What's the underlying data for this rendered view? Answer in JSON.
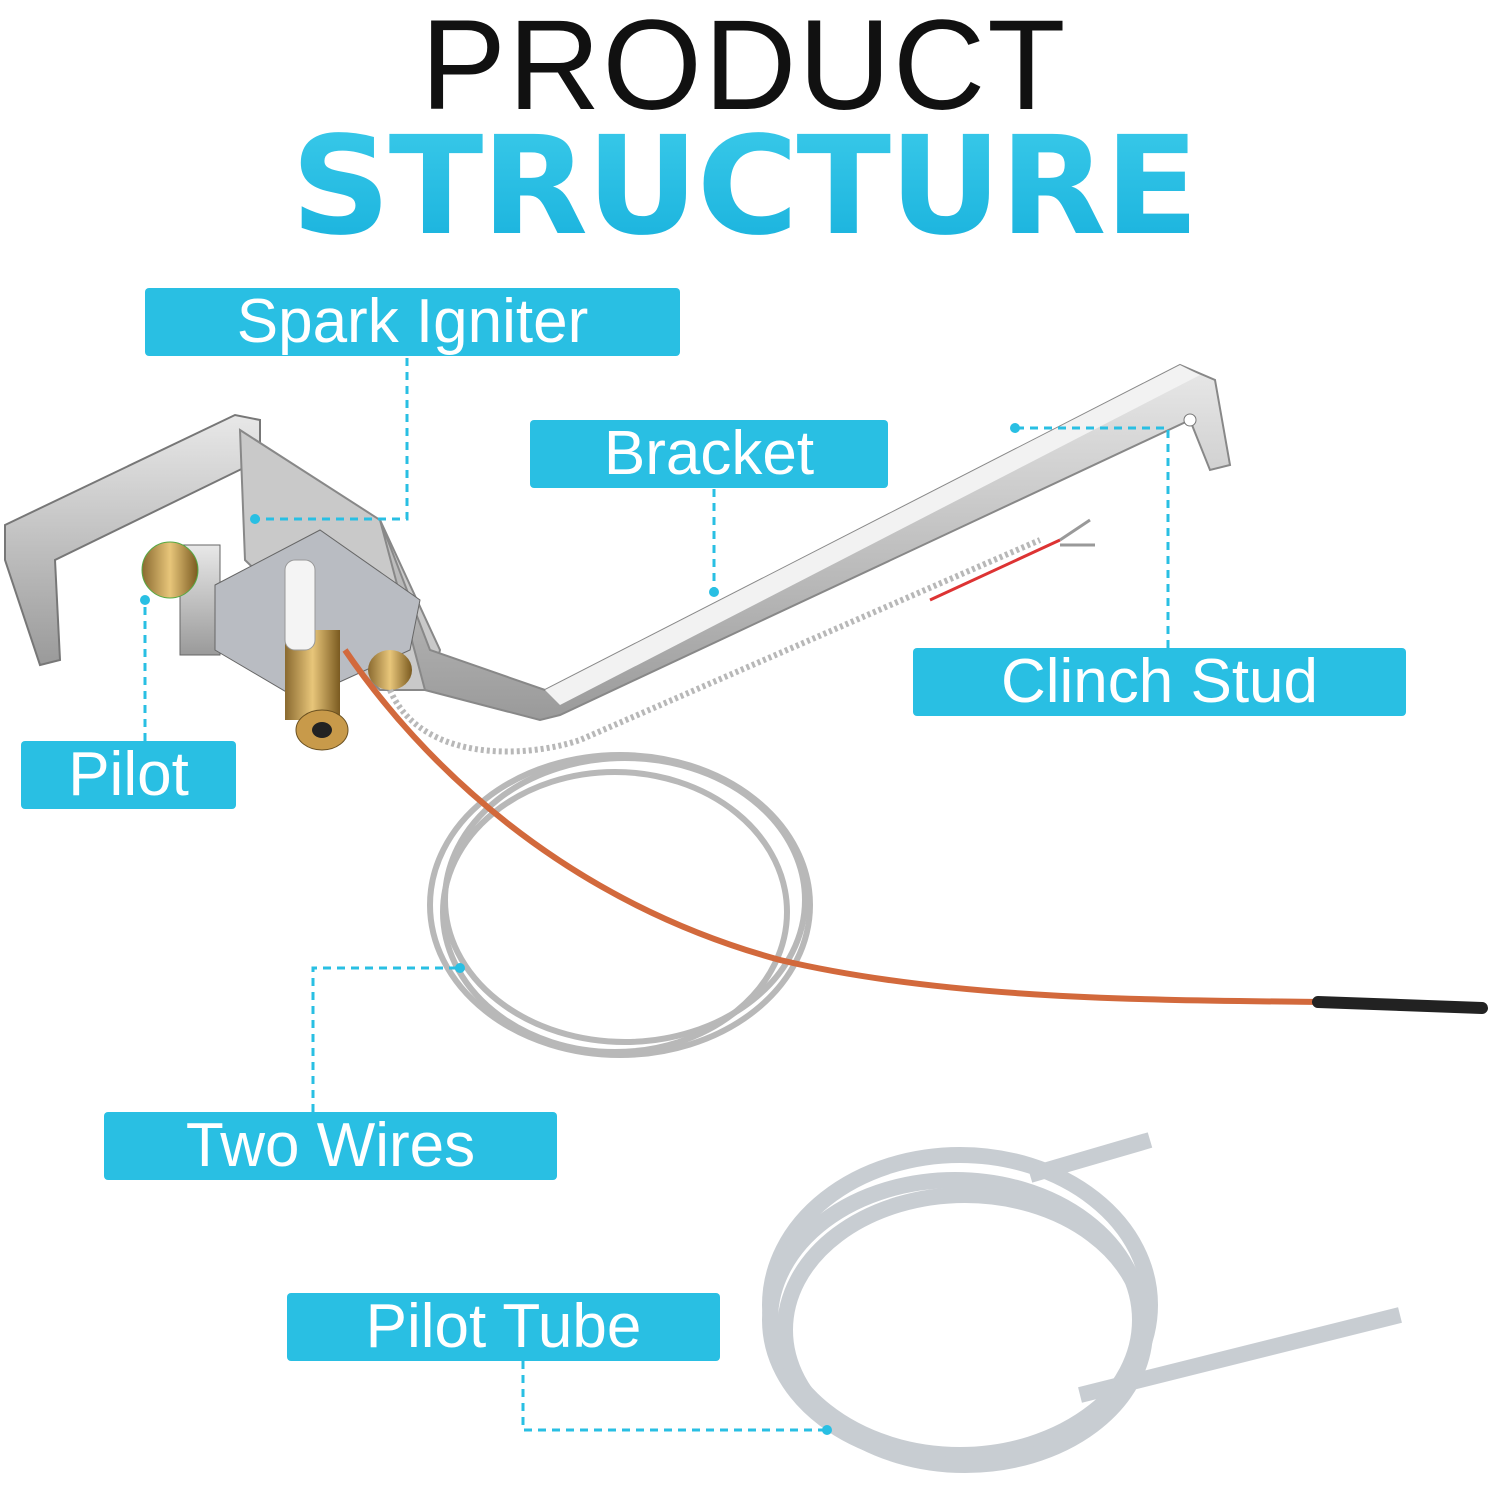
{
  "title": {
    "line1": "PRODUCT",
    "line2": "STRUCTURE"
  },
  "labels": {
    "spark_igniter": "Spark Igniter",
    "bracket": "Bracket",
    "clinch_stud": "Clinch Stud",
    "pilot": "Pilot",
    "two_wires": "Two Wires",
    "pilot_tube": "Pilot Tube"
  },
  "colors": {
    "accent": "#29bfe3",
    "title": "#111111",
    "wire": "#d2693c"
  }
}
